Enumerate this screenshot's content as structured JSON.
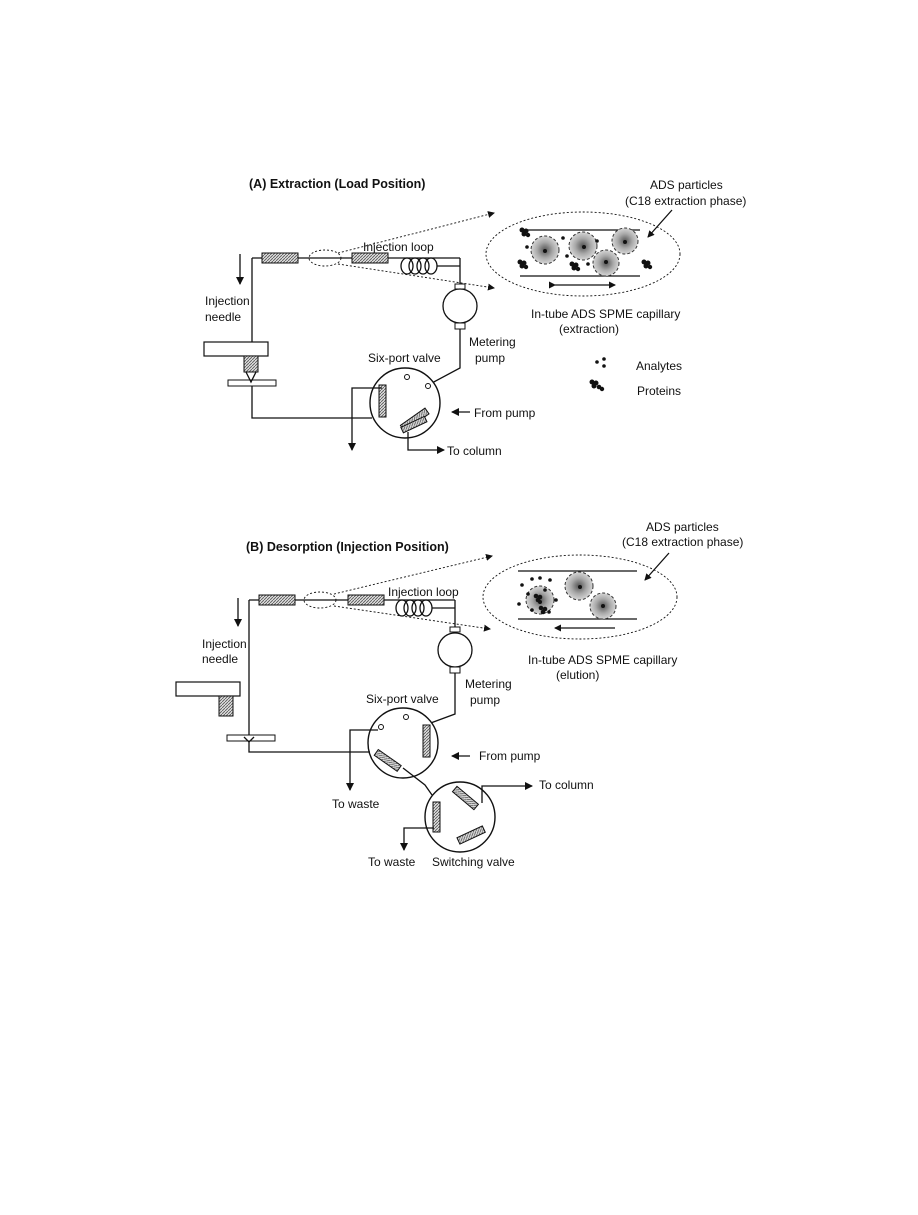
{
  "panel_a": {
    "title": "(A) Extraction (Load Position)",
    "ads_particles_line1": "ADS particles",
    "ads_particles_line2": "(C18 extraction phase)",
    "injection_loop": "Injection loop",
    "injection_needle_line1": "Injection",
    "injection_needle_line2": "needle",
    "capillary_line1": "In-tube ADS SPME capillary",
    "capillary_line2": "(extraction)",
    "metering_pump_line1": "Metering",
    "metering_pump_line2": "pump",
    "six_port_valve": "Six-port valve",
    "from_pump": "From pump",
    "to_column": "To column",
    "legend_analytes": "Analytes",
    "legend_proteins": "Proteins"
  },
  "panel_b": {
    "title": "(B) Desorption (Injection Position)",
    "ads_particles_line1": "ADS particles",
    "ads_particles_line2": "(C18 extraction phase)",
    "injection_loop": "Injection loop",
    "injection_needle_line1": "Injection",
    "injection_needle_line2": "needle",
    "capillary_line1": "In-tube ADS SPME capillary",
    "capillary_line2": "(elution)",
    "metering_pump_line1": "Metering",
    "metering_pump_line2": "pump",
    "six_port_valve": "Six-port valve",
    "from_pump": "From pump",
    "to_column": "To column",
    "to_waste_1": "To waste",
    "to_waste_2": "To waste",
    "switching_valve": "Switching valve"
  },
  "colors": {
    "line": "#111111",
    "particle_fill": "#bdbdbd",
    "tube_fill": "#9a9a9a"
  }
}
